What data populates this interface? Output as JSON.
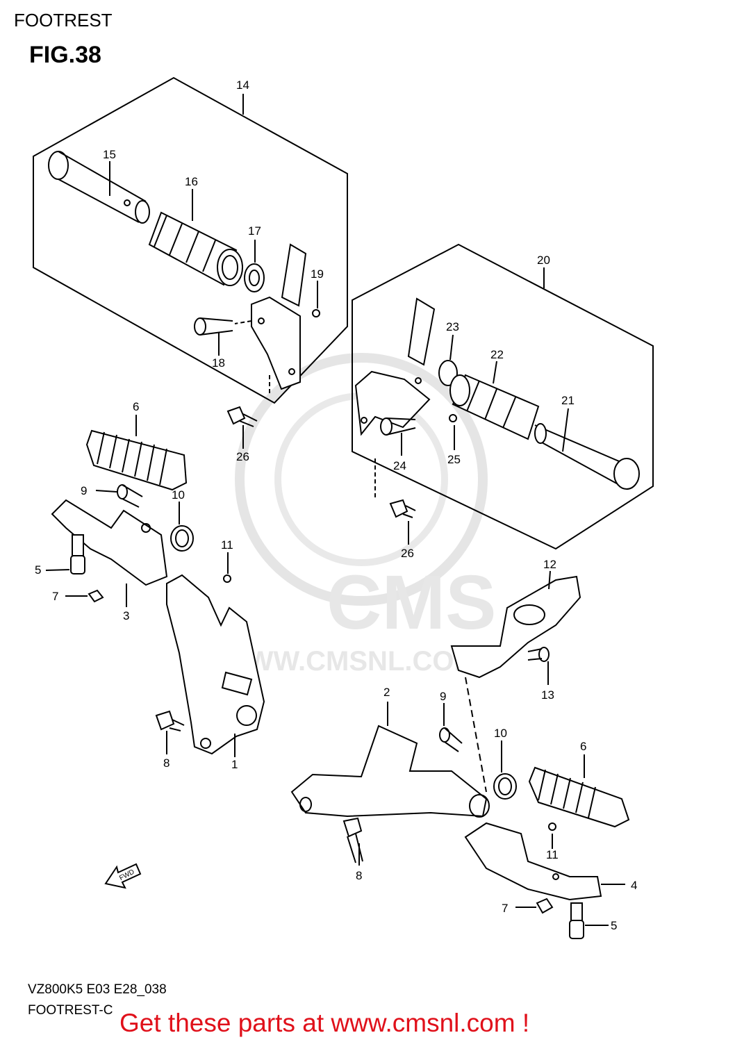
{
  "header": {
    "title": "FOOTREST"
  },
  "figure": {
    "label": "FIG.38"
  },
  "watermark": {
    "brand": "CMS",
    "url": "WWW.CMSNL.COM",
    "color": "#d8d8d8"
  },
  "fwd_marker": "FWD",
  "callouts": {
    "c14": "14",
    "c15": "15",
    "c16": "16",
    "c17": "17",
    "c19": "19",
    "c18": "18",
    "c20": "20",
    "c23": "23",
    "c22": "22",
    "c21": "21",
    "c24": "24",
    "c25": "25",
    "c26a": "26",
    "c26b": "26",
    "c6a": "6",
    "c9a": "9",
    "c10a": "10",
    "c11a": "11",
    "c5a": "5",
    "c7a": "7",
    "c3": "3",
    "c12": "12",
    "c13": "13",
    "c2": "2",
    "c9b": "9",
    "c10b": "10",
    "c6b": "6",
    "c8a": "8",
    "c1": "1",
    "c8b": "8",
    "c11b": "11",
    "c4": "4",
    "c7b": "7",
    "c5b": "5"
  },
  "footer": {
    "code": "VZ800K5 E03 E28_038",
    "subtitle": "FOOTREST-C",
    "promo": "Get these parts at www.cmsnl.com !",
    "promo_color": "#e0101a"
  }
}
